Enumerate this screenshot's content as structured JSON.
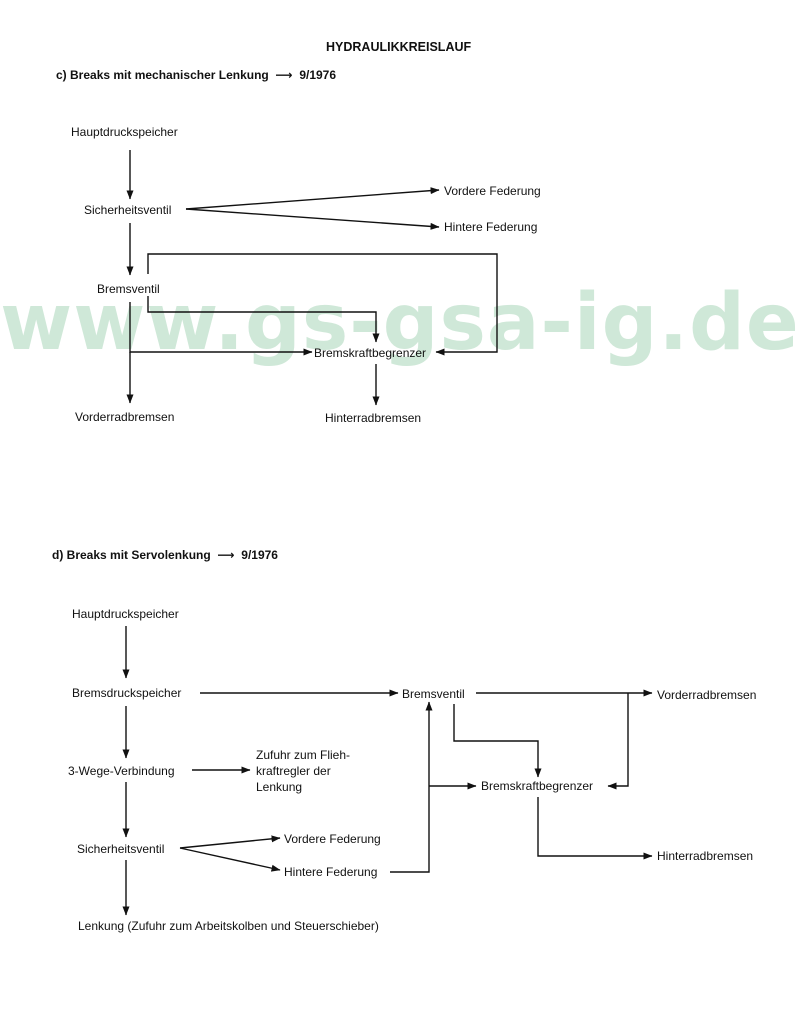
{
  "title": "HYDRAULIKKREISLAUF",
  "sections": {
    "c": {
      "heading": "c) Breaks mit mechanischer Lenkung",
      "date": "9/1976",
      "nodes": {
        "hauptdruckspeicher": "Hauptdruckspeicher",
        "sicherheitsventil": "Sicherheitsventil",
        "vordere_federung": "Vordere Federung",
        "hintere_federung": "Hintere Federung",
        "bremsventil": "Bremsventil",
        "bremskraftbegrenzer": "Bremskraftbegrenzer",
        "vorderradbremsen": "Vorderradbremsen",
        "hinterradbremsen": "Hinterradbremsen"
      }
    },
    "d": {
      "heading": "d) Breaks mit Servolenkung",
      "date": "9/1976",
      "nodes": {
        "hauptdruckspeicher": "Hauptdruckspeicher",
        "bremsdruckspeicher": "Bremsdruckspeicher",
        "bremsventil": "Bremsventil",
        "vorderradbremsen": "Vorderradbremsen",
        "drei_wege": "3-Wege-Verbindung",
        "zufuhr_line1": "Zufuhr zum Flieh-",
        "zufuhr_line2": "kraftregler der",
        "zufuhr_line3": "Lenkung",
        "bremskraftbegrenzer": "Bremskraftbegrenzer",
        "sicherheitsventil": "Sicherheitsventil",
        "vordere_federung": "Vordere Federung",
        "hintere_federung": "Hintere Federung",
        "hinterradbremsen": "Hinterradbremsen",
        "lenkung": "Lenkung (Zufuhr zum Arbeitskolben und Steuerschieber)"
      }
    }
  },
  "watermark": "www.gs-gsa-ig.de",
  "colors": {
    "ink": "#111111",
    "watermark": "#cfe8d8"
  }
}
